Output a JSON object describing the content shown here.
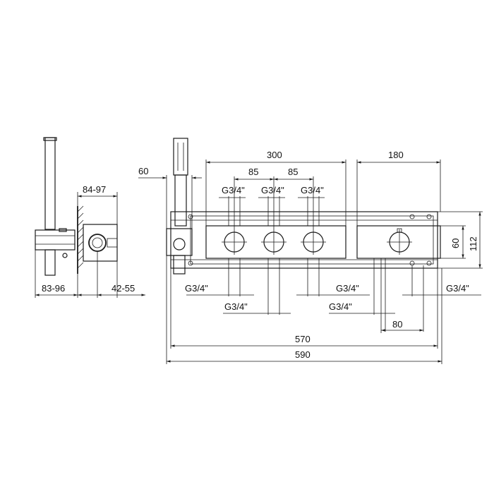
{
  "dims": {
    "side_top": "84-97",
    "side_bottom_left": "83-96",
    "side_bottom_right": "42-55",
    "spacing_300": "300",
    "spacing_85_a": "85",
    "spacing_85_b": "85",
    "spacing_180": "180",
    "spacing_60_left": "60",
    "height_60": "60",
    "height_112": "112",
    "spacing_80": "80",
    "width_570": "570",
    "width_590": "590",
    "thread_top_1": "G3/4\"",
    "thread_top_2": "G3/4\"",
    "thread_top_3": "G3/4\"",
    "thread_bottom_1": "G3/4\"",
    "thread_bottom_2": "G3/4\"",
    "thread_bottom_3": "G3/4\"",
    "thread_bottom_4": "G3/4\"",
    "thread_bottom_5": "G3/4\""
  }
}
